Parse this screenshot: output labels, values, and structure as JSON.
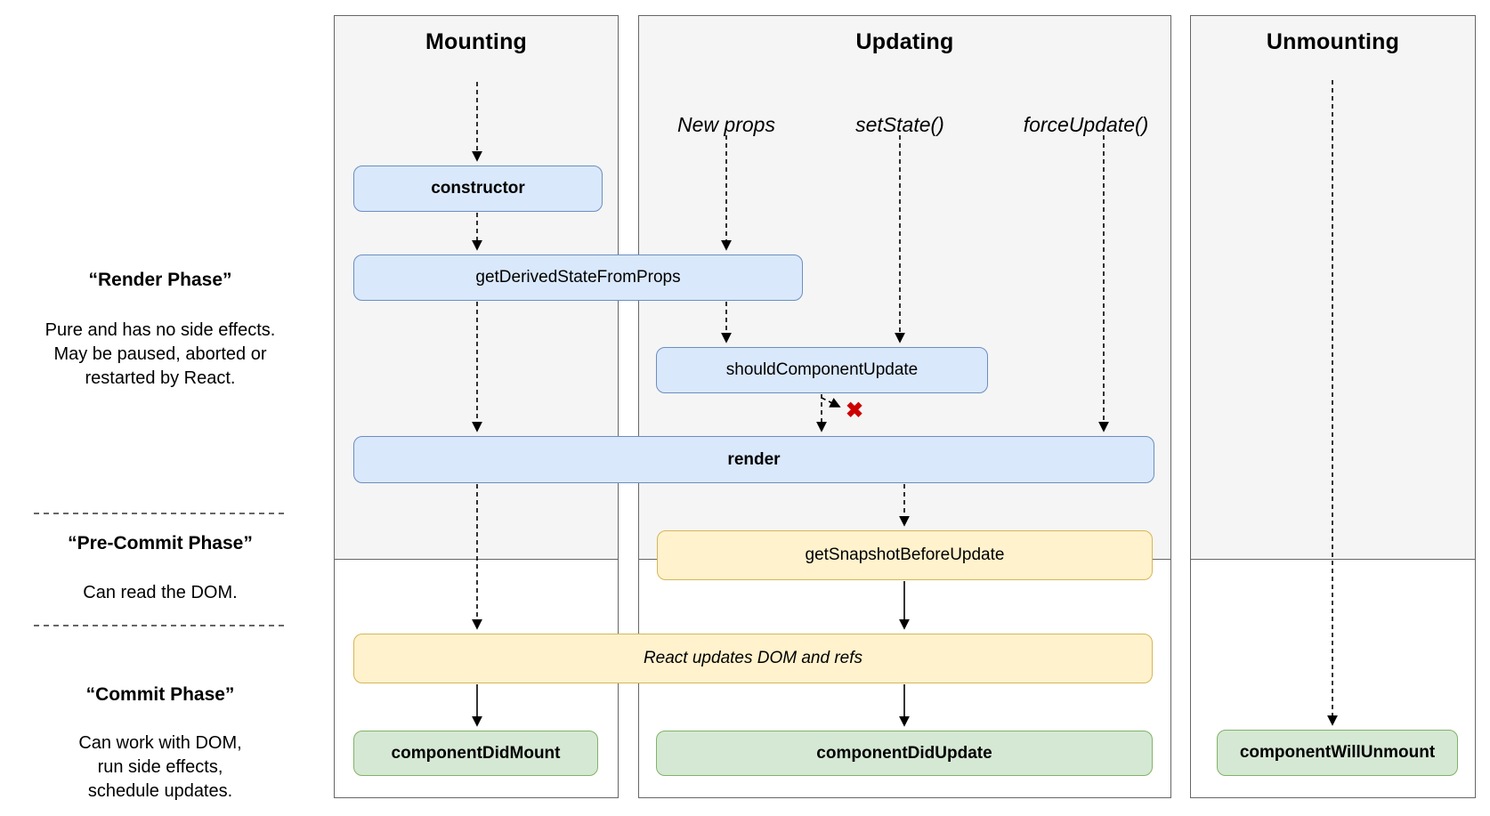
{
  "panels": {
    "mounting": {
      "title": "Mounting"
    },
    "updating": {
      "title": "Updating"
    },
    "unmounting": {
      "title": "Unmounting"
    }
  },
  "triggers": {
    "new_props": "New props",
    "set_state": "setState()",
    "force_update": "forceUpdate()"
  },
  "methods": {
    "constructor": "constructor",
    "get_derived_state_from_props": "getDerivedStateFromProps",
    "should_component_update": "shouldComponentUpdate",
    "render": "render",
    "get_snapshot_before_update": "getSnapshotBeforeUpdate",
    "react_updates_dom_and_refs": "React updates DOM and refs",
    "component_did_mount": "componentDidMount",
    "component_did_update": "componentDidUpdate",
    "component_will_unmount": "componentWillUnmount"
  },
  "phases": {
    "render_phase": {
      "title": "“Render Phase”",
      "lines": [
        "Pure and has no side effects.",
        "May be paused, aborted or",
        "restarted by React."
      ]
    },
    "pre_commit_phase": {
      "title": "“Pre-Commit Phase”",
      "lines": [
        "Can read the DOM."
      ]
    },
    "commit_phase": {
      "title": "“Commit Phase”",
      "lines": [
        "Can work with DOM,",
        "run side effects,",
        "schedule updates."
      ]
    }
  },
  "icons": {
    "abort_cross": "✖"
  },
  "colors": {
    "method_blue_fill": "#dae8fc",
    "method_blue_border": "#6c8ebf",
    "effect_yellow_fill": "#fff2cc",
    "effect_yellow_border": "#d6b656",
    "commit_green_fill": "#d5e8d4",
    "commit_green_border": "#82b366",
    "panel_fill": "#f5f5f5",
    "panel_border": "#666666",
    "abort_red": "#cc0000"
  }
}
